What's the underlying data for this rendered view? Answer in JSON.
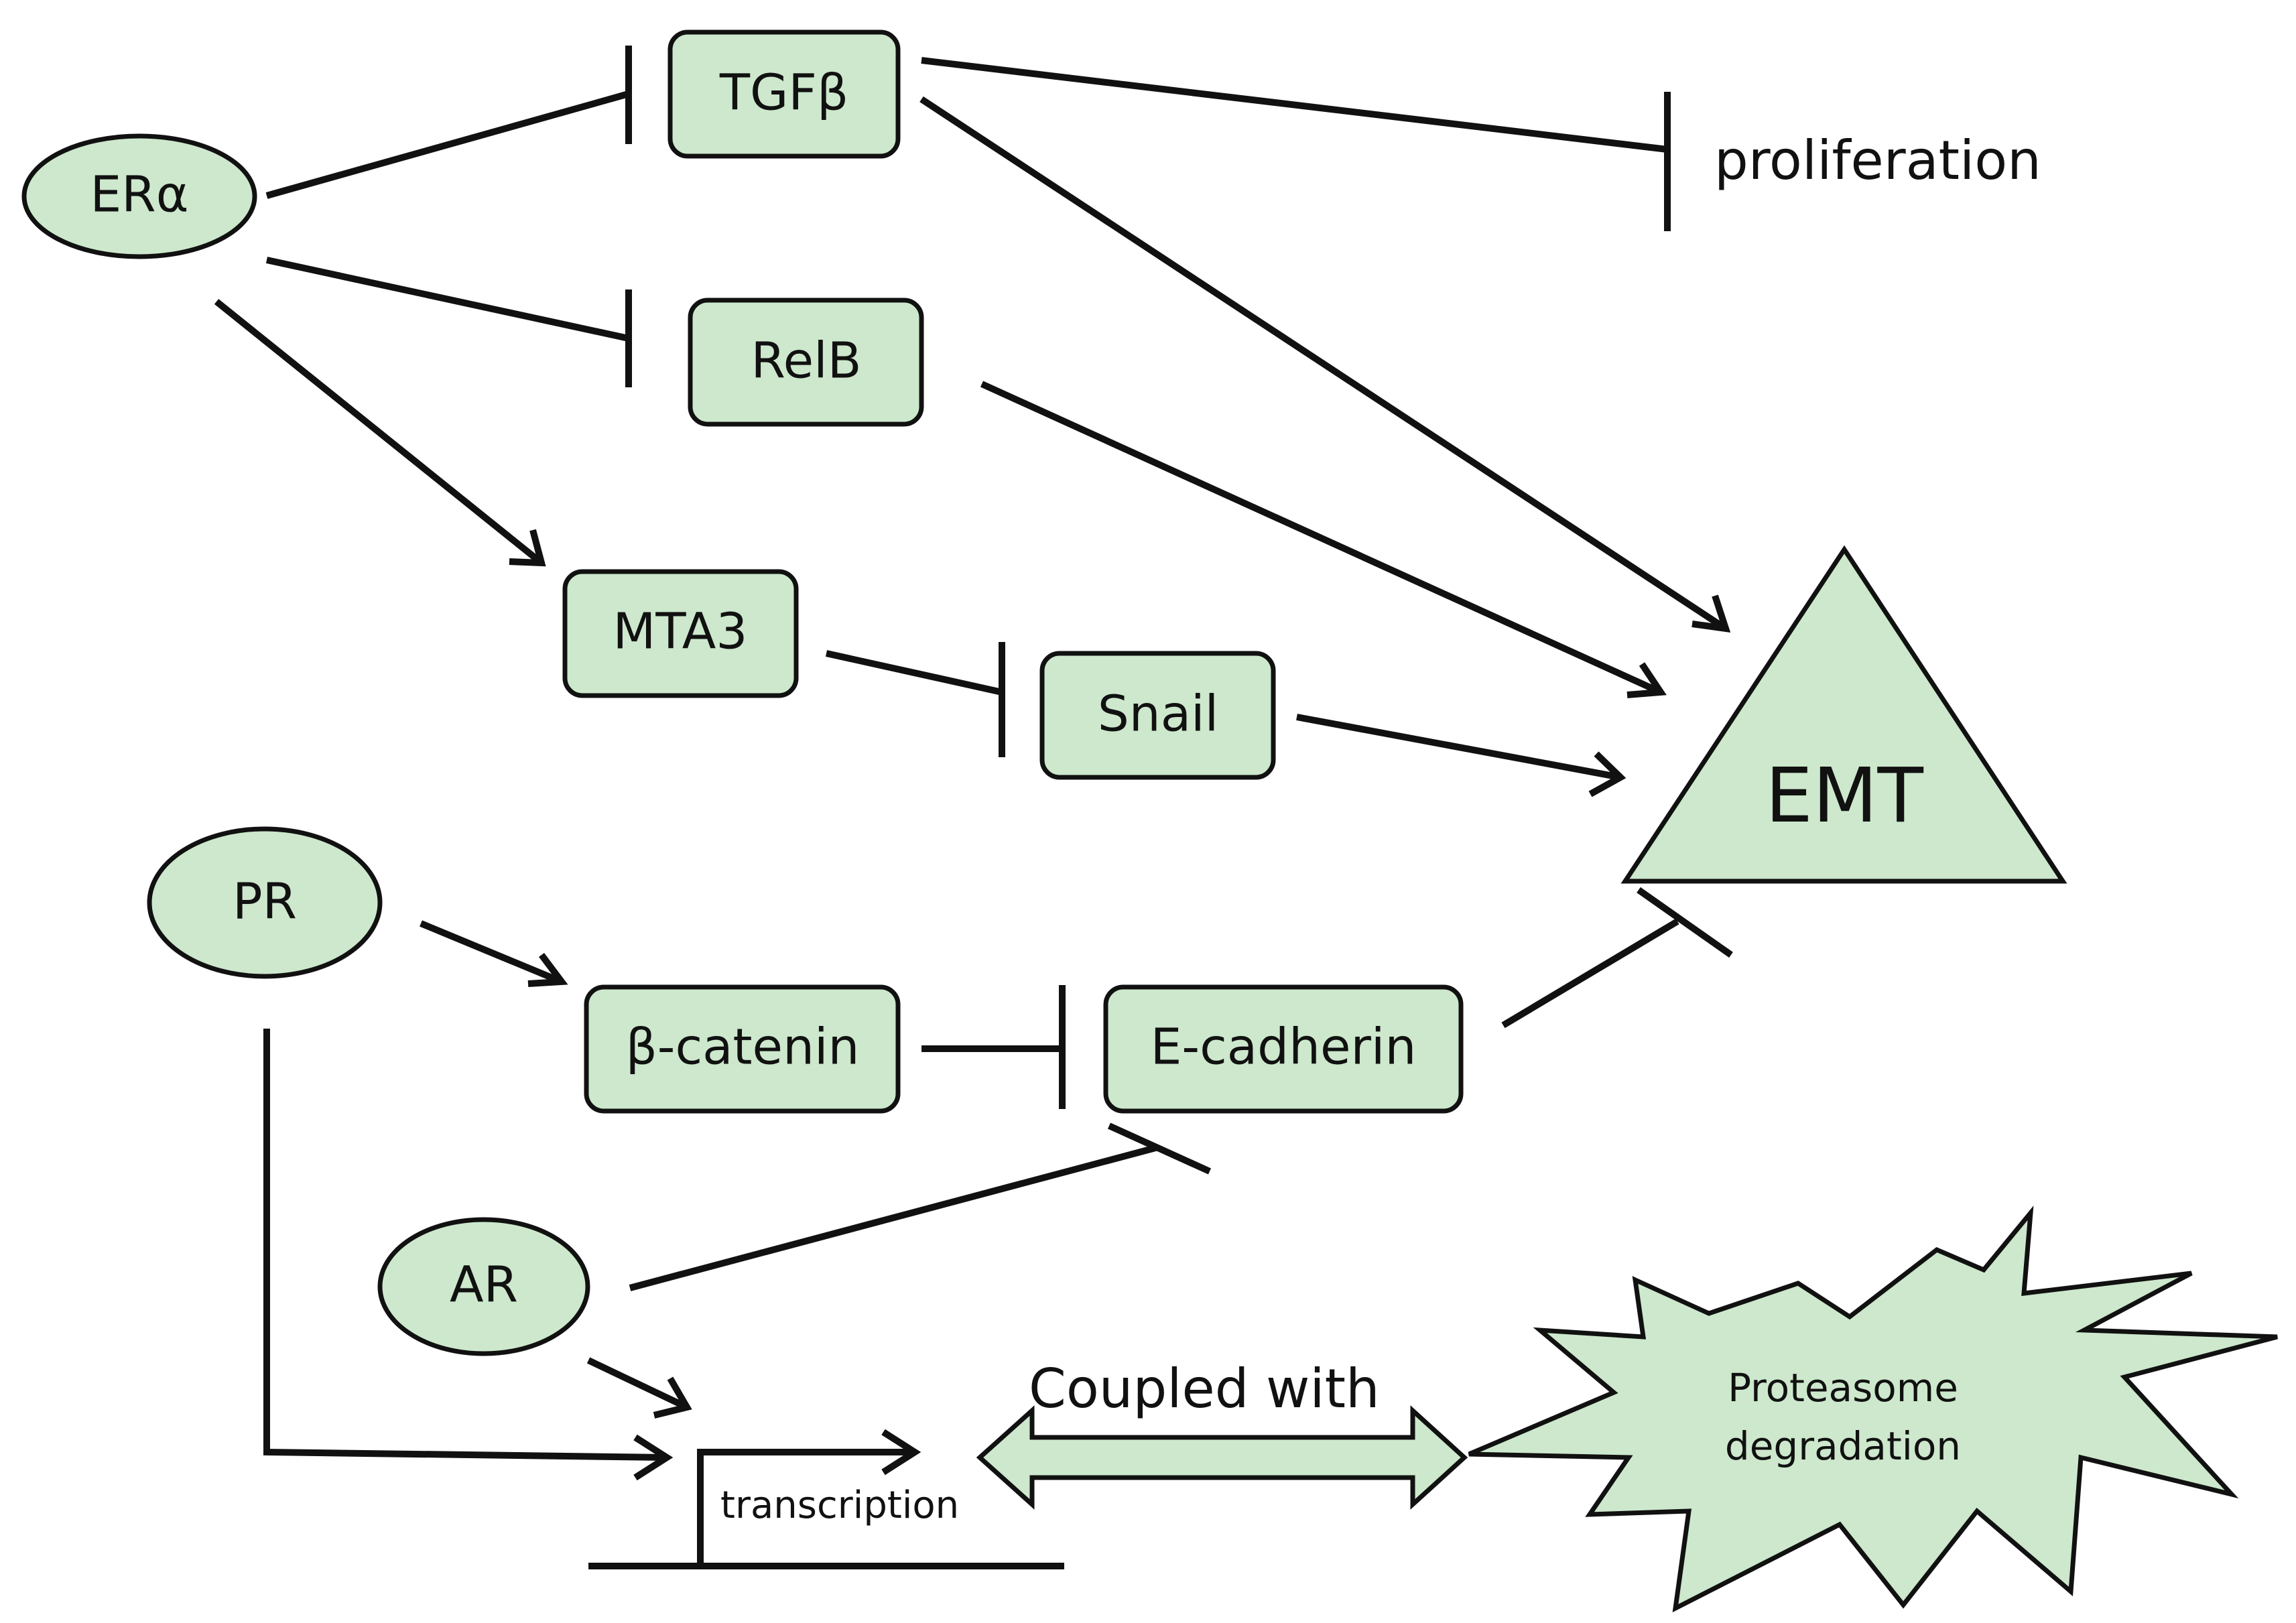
{
  "nodes": {
    "era": "ERα",
    "tgfb": "TGFβ",
    "relb": "RelB",
    "mta3": "MTA3",
    "snail": "Snail",
    "pr": "PR",
    "bcatenin": "β-catenin",
    "ecadherin": "E-cadherin",
    "ar": "AR",
    "emt": "EMT",
    "proteasome_line1": "Proteasome",
    "proteasome_line2": "degradation"
  },
  "labels": {
    "proliferation": "proliferation",
    "coupled_with": "Coupled with",
    "transcription": "transcription"
  },
  "colors": {
    "fill": "#cde8cc",
    "stroke": "#111111"
  }
}
